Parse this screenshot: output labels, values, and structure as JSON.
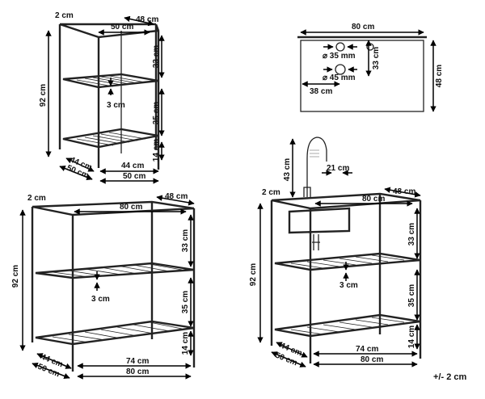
{
  "tolerance": "+/- 2 cm",
  "small_shelf": {
    "top_lip": "2 cm",
    "top_depth": "48 cm",
    "top_width": "50 cm",
    "height": "92 cm",
    "gap_upper": "33 cm",
    "shelf_thickness": "3 cm",
    "gap_lower": "35 cm",
    "foot_height": "14 cm",
    "base_inner_width": "44 cm",
    "base_outer_width": "50 cm",
    "base_inner_depth": "44 cm",
    "base_outer_depth": "50 cm"
  },
  "sink_top_view": {
    "width": "80 cm",
    "depth": "48 cm",
    "hole_1": "⌀ 35 mm",
    "hole_2": "⌀ 45 mm",
    "hole_offset_x": "38 cm",
    "hole_offset_y": "33 cm"
  },
  "large_shelf": {
    "top_lip": "2 cm",
    "top_width": "80 cm",
    "top_depth": "48 cm",
    "height": "92 cm",
    "gap_upper": "33 cm",
    "shelf_thickness": "3 cm",
    "gap_lower": "35 cm",
    "foot_height": "14 cm",
    "base_inner_width": "74 cm",
    "base_outer_width": "80 cm",
    "base_inner_depth": "44 cm",
    "base_outer_depth": "50 cm"
  },
  "sink_unit": {
    "faucet_height": "43 cm",
    "faucet_reach": "21 cm",
    "top_lip": "2 cm",
    "top_width": "80 cm",
    "top_depth": "48 cm",
    "height": "92 cm",
    "gap_upper": "33 cm",
    "shelf_thickness": "3 cm",
    "gap_lower": "35 cm",
    "foot_height": "14 cm",
    "base_inner_width": "74 cm",
    "base_outer_width": "80 cm",
    "base_inner_depth": "44 cm",
    "base_outer_depth": "50 cm"
  }
}
